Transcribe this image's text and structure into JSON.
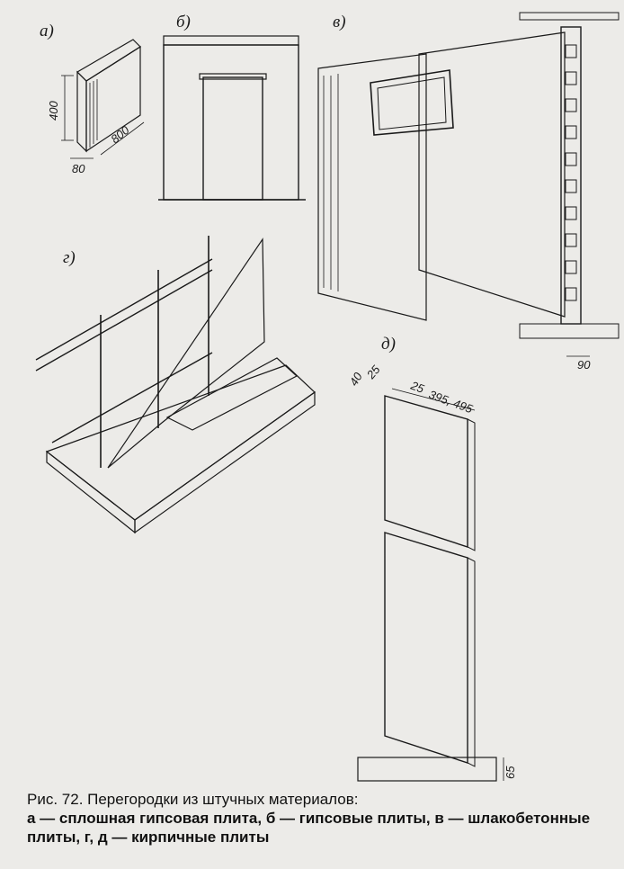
{
  "figure": {
    "labels": {
      "a": "а)",
      "b": "б)",
      "v": "в)",
      "g": "г)",
      "d": "д)"
    },
    "dimensions": {
      "a_height": "400",
      "a_length": "800",
      "a_width": "80",
      "v_depth": "90",
      "d_40": "40",
      "d_25a": "25",
      "d_25b": "25",
      "d_range": "395, 495",
      "d_65": "65"
    }
  },
  "caption": {
    "title": "Рис. 72. Перегородки из штучных материалов:",
    "body": "а — сплошная гипсовая плита, б — гипсовые плиты, в — шлакобетонные плиты, г, д — кирпичные плиты"
  }
}
